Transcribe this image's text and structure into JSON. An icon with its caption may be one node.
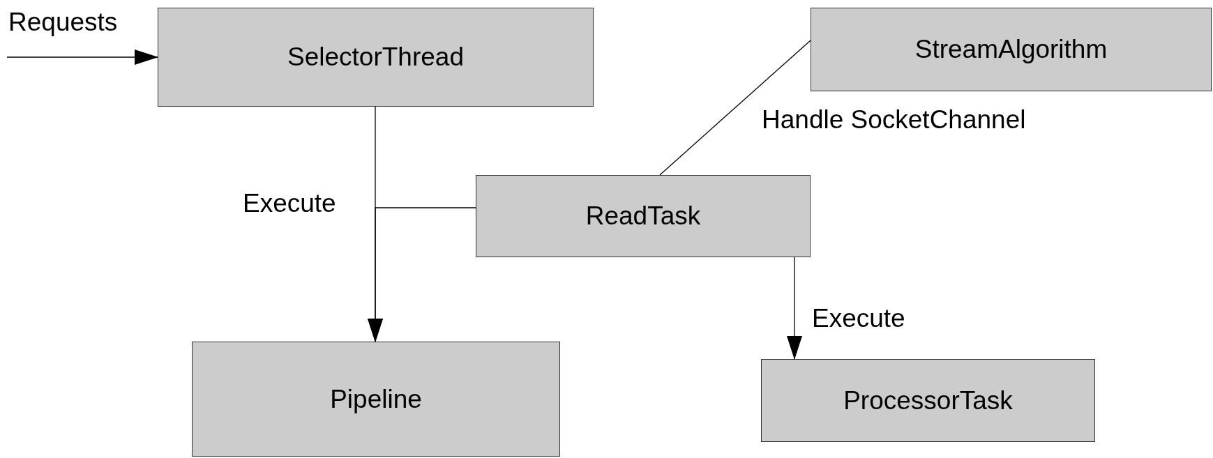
{
  "diagram": {
    "nodes": [
      {
        "text": [
          "SelectorThread"
        ]
      },
      {
        "text": [
          "StreamAlgorithm"
        ]
      },
      {
        "text": [
          "ReadTask"
        ]
      },
      {
        "text": [
          "Pipeline"
        ]
      },
      {
        "text": [
          "ProcessorTask"
        ]
      }
    ],
    "edges": [
      {
        "from": null,
        "to": 0,
        "arrow": "to",
        "label": "Requests"
      },
      {
        "from": 0,
        "to": 3,
        "arrow": "to",
        "label": "Execute"
      },
      {
        "from": 2,
        "to": 3,
        "arrow": "to"
      },
      {
        "from": 2,
        "to": 1,
        "arrow": "none",
        "label": "Handle SocketChannel"
      },
      {
        "from": 2,
        "to": 4,
        "arrow": "to",
        "label": "Execute"
      }
    ]
  }
}
